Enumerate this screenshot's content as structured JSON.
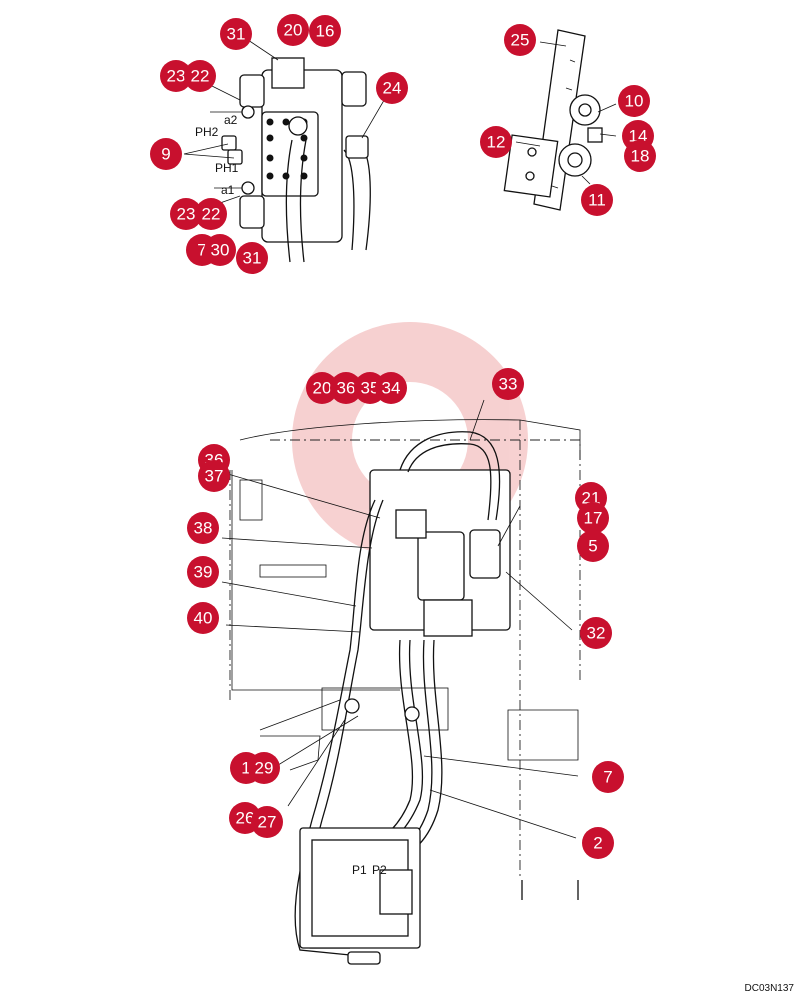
{
  "accent_color": "#c8102e",
  "watermark_color": "#e87a7a",
  "drawing_code": "DC03N137",
  "port_labels": {
    "ph2": "PH2",
    "ph1": "PH1",
    "a2": "a2",
    "a1": "a1",
    "p1": "P1",
    "p2": "P2"
  },
  "callouts": {
    "detail_a": [
      "31",
      "20",
      "16",
      "23",
      "22",
      "24",
      "9",
      "23",
      "22",
      "7",
      "30",
      "31"
    ],
    "detail_b": [
      "25",
      "10",
      "12",
      "14",
      "18",
      "11"
    ],
    "main": [
      "20",
      "36",
      "35",
      "34",
      "33",
      "36",
      "37",
      "38",
      "39",
      "40",
      "21",
      "17",
      "5",
      "32",
      "1",
      "29",
      "26",
      "27",
      "7",
      "2"
    ]
  }
}
